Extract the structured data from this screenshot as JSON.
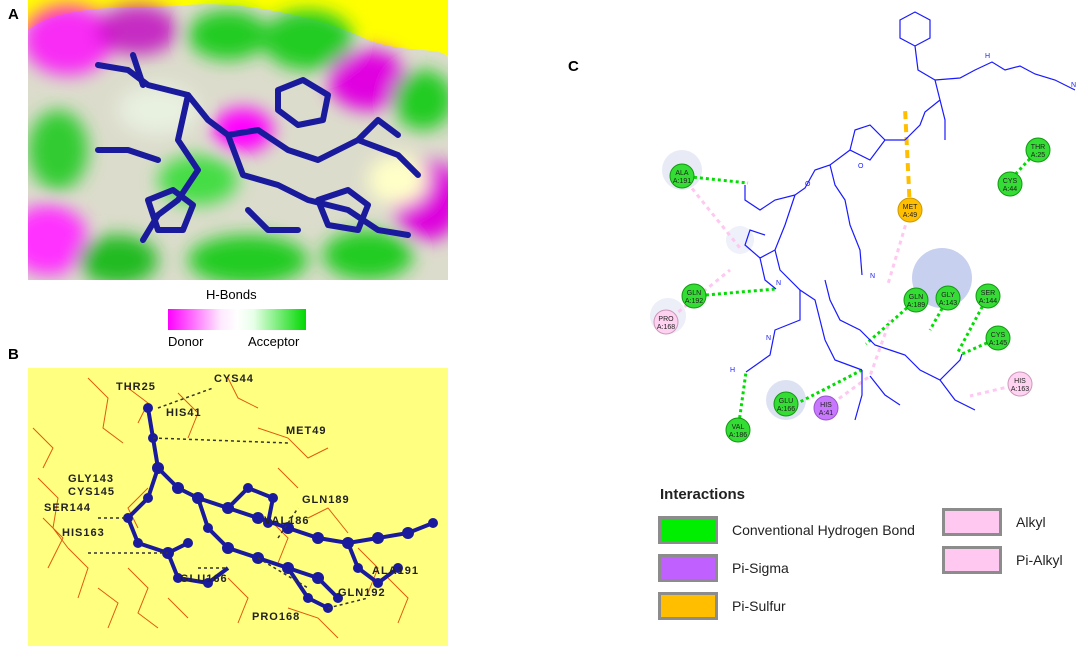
{
  "panels": {
    "a": "A",
    "b": "B",
    "c": "C"
  },
  "hbond_legend": {
    "title": "H-Bonds",
    "donor": "Donor",
    "acceptor": "Acceptor"
  },
  "panel_b_labels": [
    "THR25",
    "CYS44",
    "HIS41",
    "MET49",
    "GLY143",
    "CYS145",
    "SER144",
    "HIS163",
    "GLN189",
    "VAL186",
    "GLU166",
    "ALA191",
    "GLN192",
    "PRO168"
  ],
  "residues": [
    {
      "name": "ALA",
      "num": "A:191",
      "type": "hbond"
    },
    {
      "name": "GLN",
      "num": "A:192",
      "type": "hbond"
    },
    {
      "name": "PRO",
      "num": "A:168",
      "type": "alkyl"
    },
    {
      "name": "MET",
      "num": "A:49",
      "type": "sulfur"
    },
    {
      "name": "THR",
      "num": "A:25",
      "type": "hbond"
    },
    {
      "name": "CYS",
      "num": "A:44",
      "type": "hbond"
    },
    {
      "name": "GLN",
      "num": "A:189",
      "type": "hbond"
    },
    {
      "name": "GLY",
      "num": "A:143",
      "type": "hbond"
    },
    {
      "name": "SER",
      "num": "A:144",
      "type": "hbond"
    },
    {
      "name": "CYS",
      "num": "A:145",
      "type": "hbond"
    },
    {
      "name": "HIS",
      "num": "A:163",
      "type": "alkyl"
    },
    {
      "name": "HIS",
      "num": "A:41",
      "type": "sigma"
    },
    {
      "name": "GLU",
      "num": "A:166",
      "type": "hbond"
    },
    {
      "name": "VAL",
      "num": "A:186",
      "type": "hbond"
    }
  ],
  "interactions": {
    "title": "Interactions",
    "items": [
      {
        "label": "Conventional Hydrogen Bond",
        "color": "#00ee00"
      },
      {
        "label": "Pi-Sigma",
        "color": "#c060ff"
      },
      {
        "label": "Pi-Sulfur",
        "color": "#ffbf00"
      },
      {
        "label": "Alkyl",
        "color": "#ffc8f0"
      },
      {
        "label": "Pi-Alkyl",
        "color": "#ffc8f0"
      }
    ]
  }
}
